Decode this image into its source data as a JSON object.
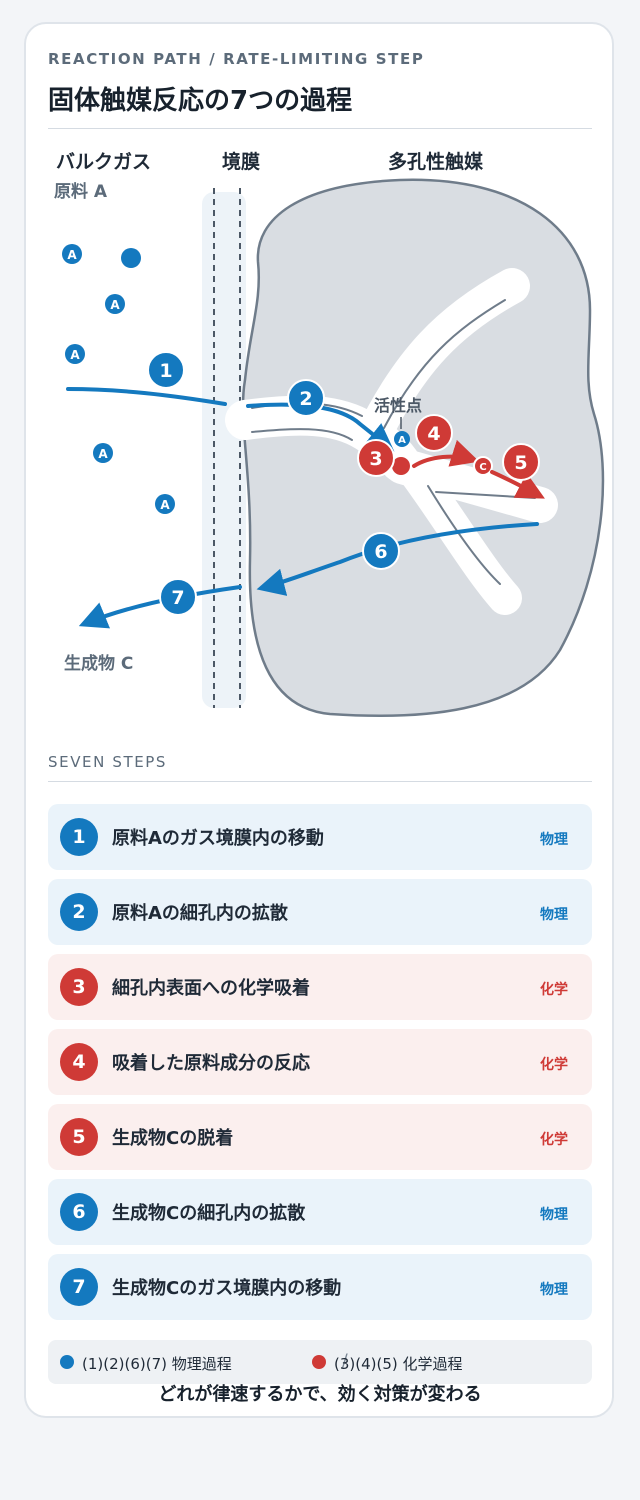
{
  "header": {
    "eyebrow": "REACTION PATH / RATE-LIMITING STEP",
    "title": "固体触媒反応の7つの過程"
  },
  "diagram": {
    "zone_labels": {
      "bulk": "バルクガス",
      "film": "境膜",
      "catalyst": "多孔性触媒"
    },
    "feed_label": "原料 A",
    "product_label": "生成物 C",
    "active_site_label": "活性点",
    "molecule_a": "A",
    "molecule_c": "C",
    "step_markers": [
      "1",
      "2",
      "3",
      "4",
      "5",
      "6",
      "7"
    ]
  },
  "steps_section": {
    "title": "SEVEN STEPS",
    "steps": [
      {
        "num": "1",
        "label": "原料Aのガス境膜内の移動",
        "tag": "物理",
        "kind": "physical"
      },
      {
        "num": "2",
        "label": "原料Aの細孔内の拡散",
        "tag": "物理",
        "kind": "physical"
      },
      {
        "num": "3",
        "label": "細孔内表面への化学吸着",
        "tag": "化学",
        "kind": "chemical"
      },
      {
        "num": "4",
        "label": "吸着した原料成分の反応",
        "tag": "化学",
        "kind": "chemical"
      },
      {
        "num": "5",
        "label": "生成物Cの脱着",
        "tag": "化学",
        "kind": "chemical"
      },
      {
        "num": "6",
        "label": "生成物Cの細孔内の拡散",
        "tag": "物理",
        "kind": "physical"
      },
      {
        "num": "7",
        "label": "生成物Cのガス境膜内の移動",
        "tag": "物理",
        "kind": "physical"
      }
    ]
  },
  "legend": {
    "physical": "(1)(2)(6)(7) 物理過程",
    "chemical": "(3)(4)(5) 化学過程"
  },
  "footnote": "どれが律速するかで、効く対策が変わる",
  "colors": {
    "physical": "#1479bf",
    "chemical": "#cf3a36",
    "catalyst_fill": "#d9dde2",
    "catalyst_outline": "#6f7c8a",
    "film_fill": "#edf3f8"
  }
}
